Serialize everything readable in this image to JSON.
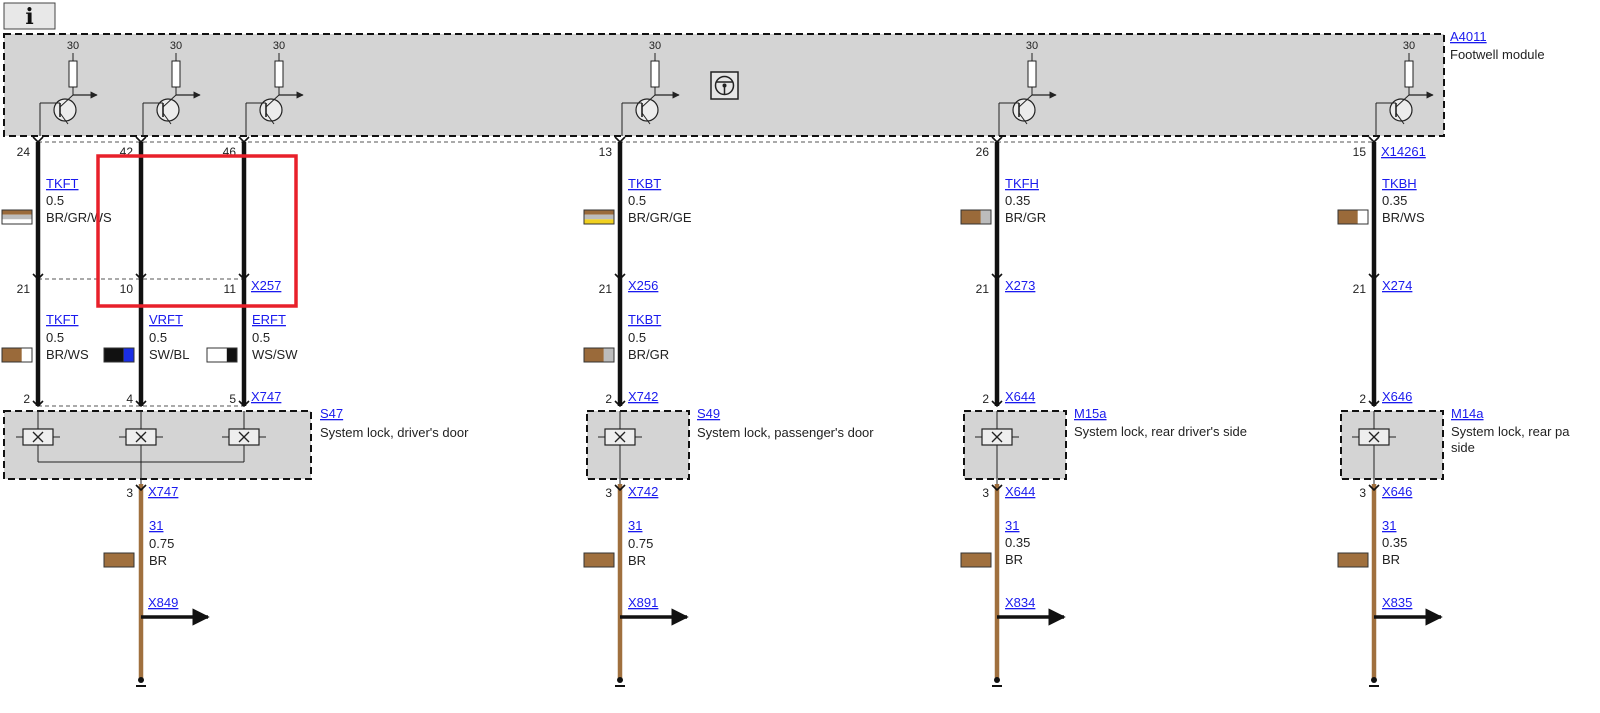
{
  "info_button": {
    "label": "i"
  },
  "module": {
    "id": "A4011",
    "name": "Footwell module",
    "supply": "30"
  },
  "top_pins": [
    "24",
    "42",
    "46",
    "13",
    "26",
    "15"
  ],
  "cable_sections": [
    {
      "name": "TKFT",
      "size": "0.5",
      "color_code": "BR/GR/WS",
      "swatch": [
        "#9a6a3a",
        "#bcbcbc",
        "#ffffff"
      ]
    },
    {
      "name": "TKBT",
      "size": "0.5",
      "color_code": "BR/GR/GE",
      "swatch": [
        "#9a6a3a",
        "#bcbcbc",
        "#f0d020"
      ]
    },
    {
      "name": "TKFH",
      "size": "0.35",
      "color_code": "BR/GR",
      "swatch": [
        "#9a6a3a",
        "#bcbcbc"
      ]
    },
    {
      "name": "TKBH",
      "size": "0.35",
      "color_code": "BR/WS",
      "swatch": [
        "#9a6a3a",
        "#ffffff"
      ]
    }
  ],
  "connectors_mid": [
    {
      "id": "X257",
      "pins": [
        "21",
        "10",
        "11"
      ]
    },
    {
      "id": "X256",
      "pins": [
        "21"
      ]
    },
    {
      "id": "X273",
      "pins": [
        "21"
      ]
    },
    {
      "id": "X274",
      "pins": [
        "21"
      ]
    }
  ],
  "top_connector_right": "X14261",
  "lower_wires": [
    {
      "name": "TKFT",
      "size": "0.5",
      "color_code": "BR/WS",
      "swatch": [
        "#9a6a3a",
        "#ffffff"
      ]
    },
    {
      "name": "VRFT",
      "size": "0.5",
      "color_code": "SW/BL",
      "swatch": [
        "#111111",
        "#1a2ee6"
      ]
    },
    {
      "name": "ERFT",
      "size": "0.5",
      "color_code": "WS/SW",
      "swatch": [
        "#ffffff",
        "#111111"
      ]
    },
    {
      "name": "TKBT",
      "size": "0.5",
      "color_code": "BR/GR",
      "swatch": [
        "#9a6a3a",
        "#bcbcbc"
      ]
    }
  ],
  "lock_connectors": [
    {
      "id": "X747",
      "pins": [
        "2",
        "4",
        "5"
      ]
    },
    {
      "id": "X742",
      "pins": [
        "2"
      ]
    },
    {
      "id": "X644",
      "pins": [
        "2"
      ]
    },
    {
      "id": "X646",
      "pins": [
        "2"
      ]
    }
  ],
  "locks": [
    {
      "id": "S47",
      "name": "System lock, driver's door"
    },
    {
      "id": "S49",
      "name": "System lock, passenger's door"
    },
    {
      "id": "M15a",
      "name": "System lock, rear driver's side"
    },
    {
      "id": "M14a",
      "name": "System lock, rear pa",
      "name_line2": "side"
    }
  ],
  "ground_connectors": [
    {
      "id": "X747",
      "pin": "3"
    },
    {
      "id": "X742",
      "pin": "3"
    },
    {
      "id": "X644",
      "pin": "3"
    },
    {
      "id": "X646",
      "pin": "3"
    }
  ],
  "ground_wires": [
    {
      "name": "31",
      "size": "0.75",
      "color_code": "BR"
    },
    {
      "name": "31",
      "size": "0.75",
      "color_code": "BR"
    },
    {
      "name": "31",
      "size": "0.35",
      "color_code": "BR"
    },
    {
      "name": "31",
      "size": "0.35",
      "color_code": "BR"
    }
  ],
  "ground_targets": [
    "X849",
    "X891",
    "X834",
    "X835"
  ],
  "colors": {
    "module_fill": "#d4d4d4",
    "wire_black": "#111111",
    "wire_brown": "#a0703e",
    "link": "#1a1aee",
    "highlight": "#e8202a"
  }
}
